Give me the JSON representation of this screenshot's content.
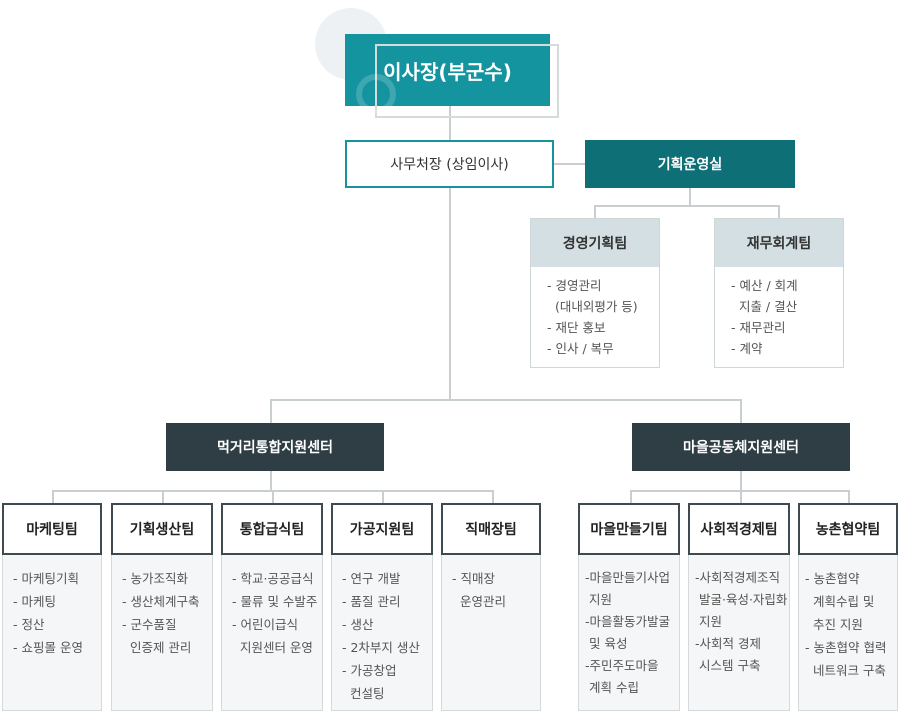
{
  "chairman": "이사장(부군수)",
  "secretary": "사무처장 (상임이사)",
  "planning_office": "기획운영실",
  "sub_teams": [
    {
      "title": "경영기획팀",
      "items": [
        "- 경영관리",
        "  (대내외평가 등)",
        "- 재단 홍보",
        "- 인사 / 복무"
      ]
    },
    {
      "title": "재무회계팀",
      "items": [
        "- 예산 / 회계",
        "  지출 / 결산",
        "- 재무관리",
        "- 계약"
      ]
    }
  ],
  "centers": [
    "먹거리통합지원센터",
    "마을공동체지원센터"
  ],
  "teams": [
    {
      "title": "마케팅팀",
      "items": [
        "- 마케팅기획",
        "- 마케팅",
        "- 정산",
        "- 쇼핑몰 운영"
      ]
    },
    {
      "title": "기획생산팀",
      "items": [
        "- 농가조직화",
        "- 생산체계구축",
        "- 군수품질",
        "  인증제 관리"
      ]
    },
    {
      "title": "통합급식팀",
      "items": [
        "- 학교·공공급식",
        "- 물류 및 수발주",
        "- 어린이급식",
        "  지원센터 운영"
      ]
    },
    {
      "title": "가공지원팀",
      "items": [
        "- 연구 개발",
        "- 품질 관리",
        "- 생산",
        "- 2차부지 생산",
        "- 가공창업",
        "  컨설팅"
      ]
    },
    {
      "title": "직매장팀",
      "items": [
        "- 직매장",
        "  운영관리"
      ]
    },
    {
      "title": "마을만들기팀",
      "items": [
        "-마을만들기사업",
        " 지원",
        "-마을활동가발굴",
        " 및 육성",
        "-주민주도마을",
        " 계획 수립"
      ]
    },
    {
      "title": "사회적경제팀",
      "items": [
        "-사회적경제조직",
        " 발굴·육성·자립화",
        " 지원",
        "-사회적 경제",
        " 시스템 구축"
      ]
    },
    {
      "title": "농촌협약팀",
      "items": [
        "- 농촌협약",
        "  계획수립 및",
        "  추진 지원",
        "- 농촌협약 협력",
        "  네트워크 구축"
      ]
    }
  ]
}
